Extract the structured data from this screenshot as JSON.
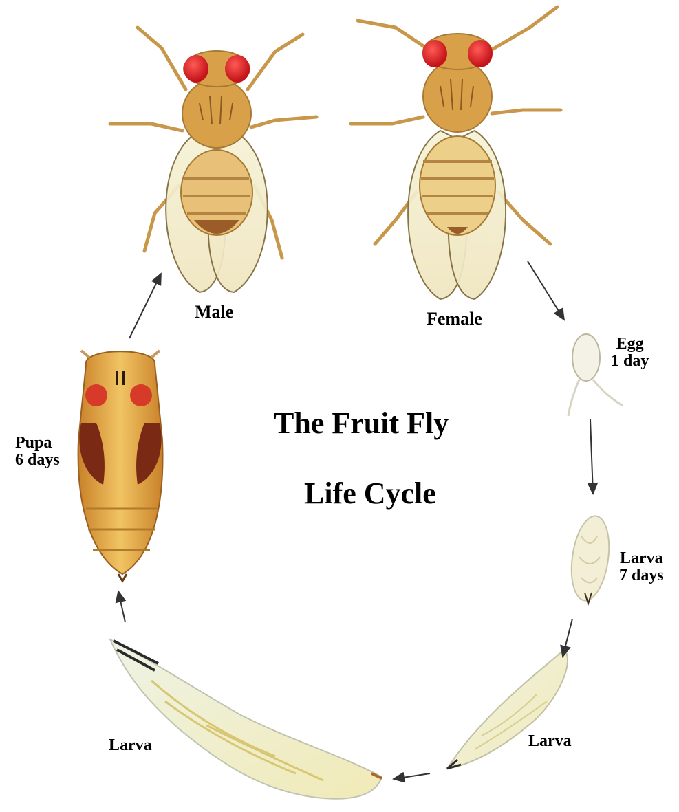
{
  "title": {
    "line1": "The Fruit Fly",
    "line2": "Life Cycle"
  },
  "stages": {
    "male": {
      "label": "Male"
    },
    "female": {
      "label": "Female"
    },
    "egg": {
      "label": "Egg",
      "duration": "1 day"
    },
    "larva_first": {
      "label": "Larva",
      "duration": "7 days"
    },
    "larva_second": {
      "label": "Larva"
    },
    "larva_third": {
      "label": "Larva"
    },
    "pupa": {
      "label": "Pupa",
      "duration": "6 days"
    }
  },
  "colors": {
    "eye": "#e2262a",
    "body": "#d9a04a",
    "wing": "#f4f0c8",
    "pupa_body": "#e0a23a",
    "pupa_dark": "#7a2a14",
    "larva_body": "#eef0d8",
    "arrow": "#333333"
  }
}
